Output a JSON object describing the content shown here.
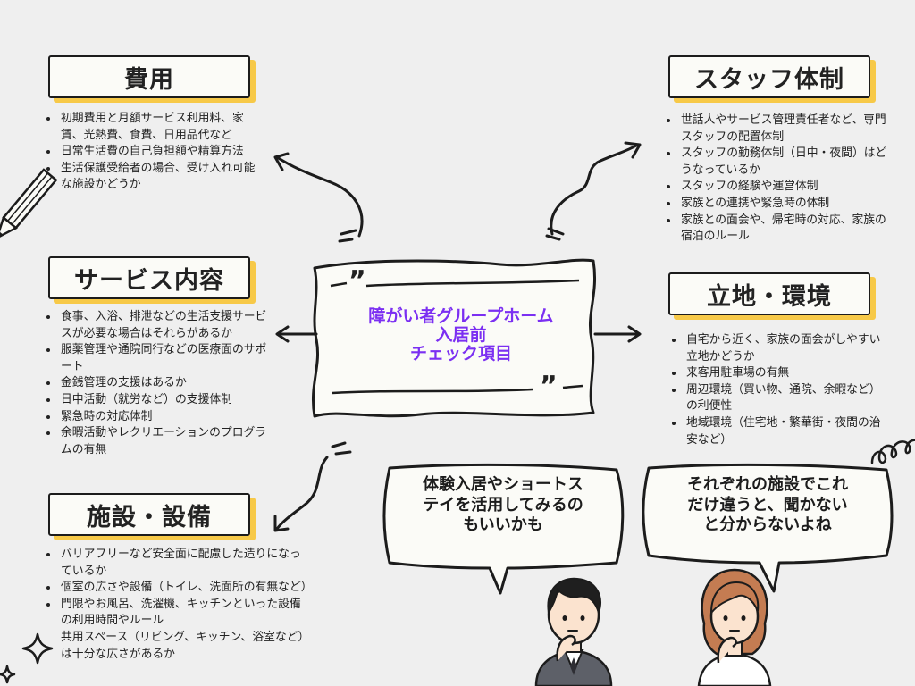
{
  "center": {
    "title_lines": [
      "障がい者グループホーム",
      "入居前",
      "チェック項目"
    ],
    "quote_top": "”",
    "quote_bottom": "”"
  },
  "sections": {
    "cost": {
      "title": "費用",
      "items": [
        "初期費用と月額サービス利用料、家賃、光熱費、食費、日用品代など",
        "日常生活費の自己負担額や精算方法",
        "生活保護受給者の場合、受け入れ可能な施設かどうか"
      ]
    },
    "service": {
      "title": "サービス内容",
      "items": [
        "食事、入浴、排泄などの生活支援サービスが必要な場合はそれらがあるか",
        "服薬管理や通院同行などの医療面のサポート",
        "金銭管理の支援はあるか",
        "日中活動（就労など）の支援体制",
        "緊急時の対応体制",
        "余暇活動やレクリエーションのプログラムの有無"
      ]
    },
    "facility": {
      "title": "施設・設備",
      "items": [
        "バリアフリーなど安全面に配慮した造りになっているか",
        "個室の広さや設備（トイレ、洗面所の有無など）",
        "門限やお風呂、洗濯機、キッチンといった設備の利用時間やルール",
        "共用スペース（リビング、キッチン、浴室など）は十分な広さがあるか"
      ]
    },
    "staff": {
      "title": "スタッフ体制",
      "items": [
        "世話人やサービス管理責任者など、専門スタッフの配置体制",
        "スタッフの勤務体制（日中・夜間）はどうなっているか",
        "スタッフの経験や運営体制",
        "家族との連携や緊急時の体制",
        "家族との面会や、帰宅時の対応、家族の宿泊のルール"
      ]
    },
    "location": {
      "title": "立地・環境",
      "items": [
        "自宅から近く、家族の面会がしやすい立地かどうか",
        "来客用駐車場の有無",
        "周辺環境（買い物、通院、余暇など）の利便性",
        "地域環境（住宅地・繁華街・夜間の治安など）"
      ]
    }
  },
  "bubbles": {
    "left": {
      "lines": [
        "体験入居やショートス",
        "テイを活用してみるの",
        "もいいかも"
      ]
    },
    "right": {
      "lines": [
        "それぞれの施設でこれ",
        "だけ違うと、聞かない",
        "と分からないよね"
      ]
    }
  },
  "colors": {
    "title_purple": "#7b2ff2",
    "highlight_yellow": "#f7c948",
    "ink": "#1c1c1c",
    "background": "#efefef"
  },
  "icons": [
    "pencil-icon",
    "sparkle-icon",
    "squiggle-icon",
    "man-thinking-icon",
    "woman-thinking-icon"
  ]
}
